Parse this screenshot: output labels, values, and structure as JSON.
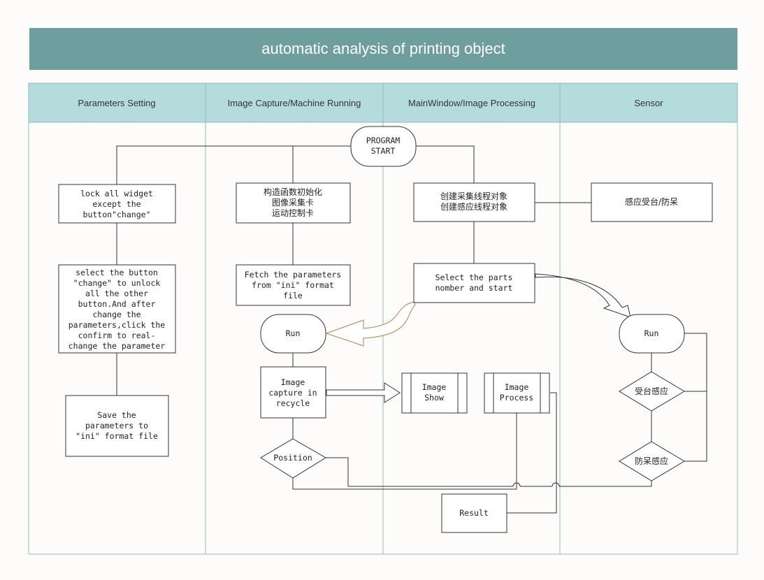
{
  "title": "automatic analysis of printing object",
  "lanes": [
    {
      "label": "Parameters Setting"
    },
    {
      "label": "Image Capture/Machine Running"
    },
    {
      "label": "MainWindow/Image Processing"
    },
    {
      "label": "Sensor"
    }
  ],
  "nodes": {
    "program_start": [
      "PROGRAM",
      "START"
    ],
    "lock_widget": [
      "lock all widget",
      "except the",
      "button\"change\""
    ],
    "select_change": [
      "select the button",
      "\"change\" to unlock",
      "all the other",
      "button.And after",
      "change the",
      "parameters,click the",
      "confirm to real-",
      "change the parameter"
    ],
    "save_params": [
      "Save the",
      "parameters to",
      "\"ini\" format file"
    ],
    "init_cards": [
      "构造函数初始化",
      "图像采集卡",
      "运动控制卡"
    ],
    "fetch_params": [
      "Fetch the parameters",
      "from \"ini\" format",
      "file"
    ],
    "run_capture": [
      "Run"
    ],
    "image_capture": [
      "Image",
      "capture in",
      "recycle"
    ],
    "position": [
      "Position"
    ],
    "create_threads": [
      "创建采集线程对象",
      "创建感应线程对象"
    ],
    "select_parts": [
      "Select the parts",
      "nomber and start"
    ],
    "image_show": [
      "Image",
      "Show"
    ],
    "image_process": [
      "Image",
      "Process"
    ],
    "result": [
      "Result"
    ],
    "sensor_box": [
      "感应受台/防呆"
    ],
    "run_sensor": [
      "Run"
    ],
    "decision_shoutai": [
      "受台感应"
    ],
    "decision_fangdai": [
      "防呆感应"
    ]
  },
  "colors": {
    "title_bg": "#6f9e9e",
    "header_bg": "#b4dcdc",
    "lane_border": "#8fbcbc",
    "stroke": "#333333",
    "arrow_gold": "#a08850"
  }
}
